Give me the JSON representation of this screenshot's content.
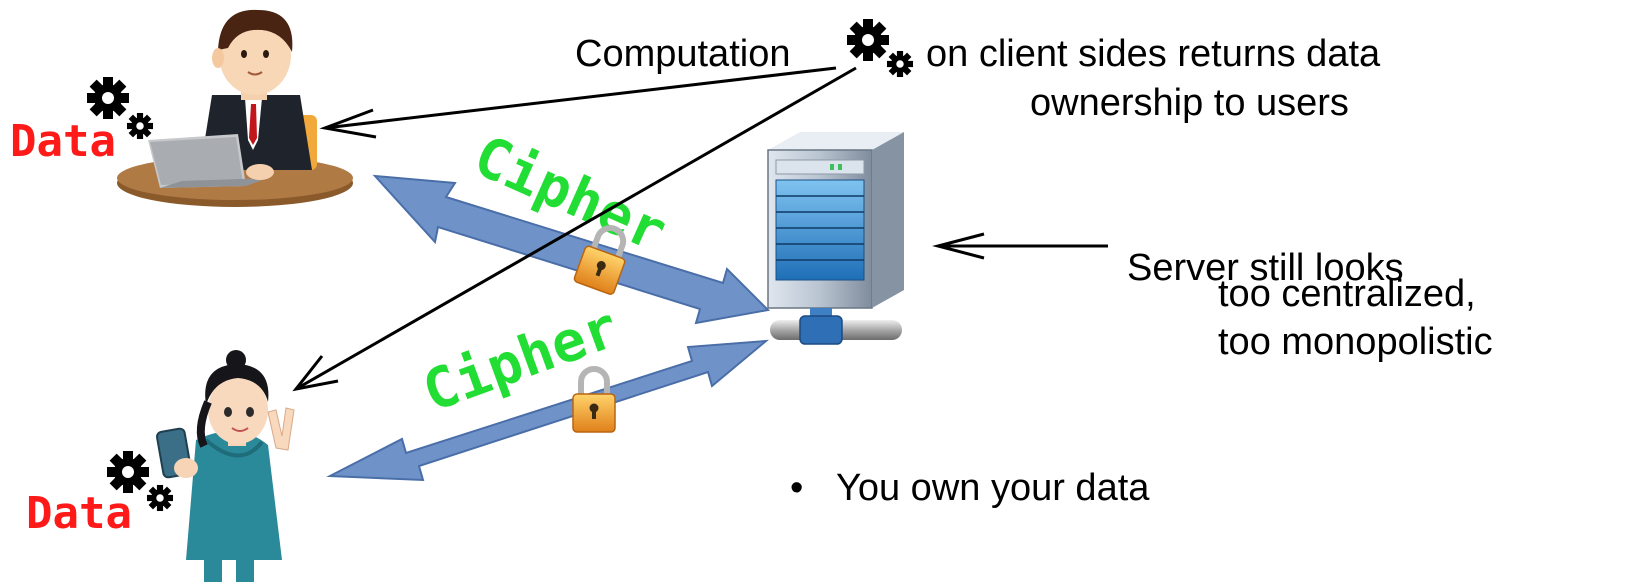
{
  "computation_note": {
    "line1_before_icon": "Computation",
    "line1_after_icon": "on client sides returns data",
    "line2": "ownership to users"
  },
  "server_note": {
    "line1": "Server still looks",
    "line2": "too centralized,",
    "line3": "too monopolistic"
  },
  "bullet": {
    "marker": "•",
    "text": "You own your data"
  },
  "client_top": {
    "data_label": "Data",
    "cipher_label": "Cipher"
  },
  "client_bottom": {
    "data_label": "Data",
    "cipher_label": "Cipher"
  },
  "icons": [
    "gear-icon",
    "lock-icon",
    "server-icon",
    "man-laptop-illustration",
    "woman-phone-illustration"
  ],
  "colors": {
    "data_text": "#ff1a1a",
    "cipher_text": "#22dd33",
    "arrow_fill": "#6f93c9",
    "arrow_stroke": "#4a6ea8",
    "lock_body": "#f29b1f"
  }
}
